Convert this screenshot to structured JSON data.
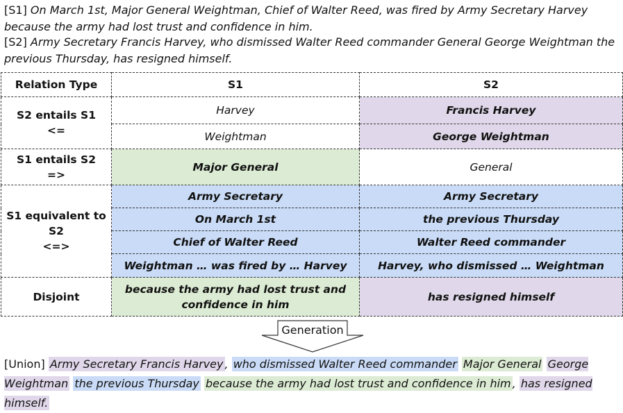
{
  "sentences": {
    "s1": {
      "tag": "[S1]",
      "text": "On March 1st, Major General Weightman, Chief of Walter Reed, was fired by Army Secretary Harvey because the army had lost trust and confidence in him."
    },
    "s2": {
      "tag": "[S2]",
      "text": "Army Secretary Francis Harvey, who dismissed Walter Reed commander General George Weightman the previous Thursday, has resigned himself."
    }
  },
  "table": {
    "headers": [
      "Relation Type",
      "S1",
      "S2"
    ],
    "groups": {
      "s2_entails_s1": {
        "label": "S2 entails S1",
        "symbol": "<=",
        "rows": [
          {
            "s1": "Harvey",
            "s2": "Francis Harvey"
          },
          {
            "s1": "Weightman",
            "s2": "George Weightman"
          }
        ]
      },
      "s1_entails_s2": {
        "label": "S1 entails S2",
        "symbol": "=>",
        "rows": [
          {
            "s1": "Major General",
            "s2": "General"
          }
        ]
      },
      "equivalent": {
        "label": "S1 equivalent to S2",
        "symbol": "<=>",
        "rows": [
          {
            "s1": "Army Secretary",
            "s2": "Army Secretary"
          },
          {
            "s1": "On March 1st",
            "s2": "the previous Thursday"
          },
          {
            "s1": "Chief of Walter Reed",
            "s2": "Walter Reed commander"
          },
          {
            "s1": "Weightman … was fired by … Harvey",
            "s2": "Harvey, who dismissed … Weightman"
          }
        ]
      },
      "disjoint": {
        "label": "Disjoint",
        "rows": [
          {
            "s1": "because the army had lost trust and confidence in him",
            "s2": "has resigned himself"
          }
        ]
      }
    }
  },
  "generation_label": "Generation",
  "union": {
    "tag": "[Union]",
    "segments": [
      {
        "text": "Army Secretary Francis Harvey",
        "color": "purple"
      },
      {
        "text": ",",
        "color": "none"
      },
      {
        "text": "who dismissed Walter Reed commander",
        "color": "blue"
      },
      {
        "text": "Major General",
        "color": "green"
      },
      {
        "text": "George Weightman",
        "color": "purple"
      },
      {
        "text": "the previous Thursday",
        "color": "blue"
      },
      {
        "text": "because the army had lost trust and confidence in him",
        "color": "green"
      },
      {
        "text": ",",
        "color": "none"
      },
      {
        "text": "has resigned himself.",
        "color": "purple"
      }
    ]
  },
  "colors": {
    "purple": "#e0d8ea",
    "green": "#dcebd3",
    "blue": "#c9dbf6"
  }
}
